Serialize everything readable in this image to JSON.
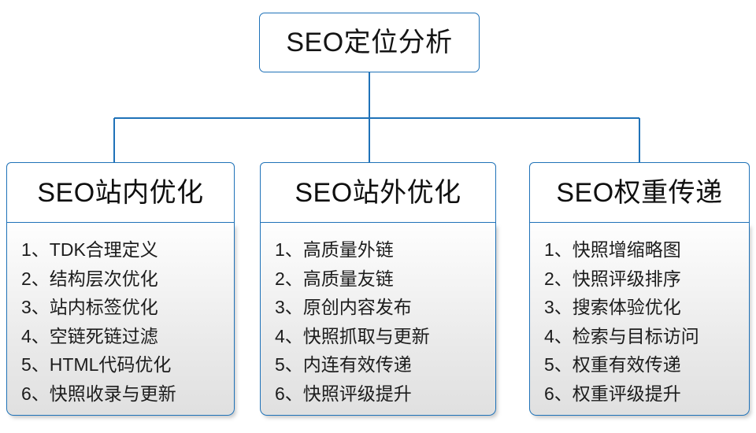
{
  "diagram": {
    "type": "organizational-tree",
    "root": {
      "title": "SEO定位分析"
    },
    "accent_color": "#1f72b8",
    "columns": [
      {
        "header": "SEO站内优化",
        "items": [
          {
            "index": "1、",
            "label": "TDK合理定义"
          },
          {
            "index": "2、",
            "label": "结构层次优化"
          },
          {
            "index": "3、",
            "label": "站内标签优化"
          },
          {
            "index": "4、",
            "label": "空链死链过滤"
          },
          {
            "index": "5、",
            "label": "HTML代码优化"
          },
          {
            "index": "6、",
            "label": "快照收录与更新"
          }
        ]
      },
      {
        "header": "SEO站外优化",
        "items": [
          {
            "index": "1、",
            "label": "高质量外链"
          },
          {
            "index": "2、",
            "label": "高质量友链"
          },
          {
            "index": "3、",
            "label": "原创内容发布"
          },
          {
            "index": "4、",
            "label": "快照抓取与更新"
          },
          {
            "index": "5、",
            "label": "内连有效传递"
          },
          {
            "index": "6、",
            "label": "快照评级提升"
          }
        ]
      },
      {
        "header": "SEO权重传递",
        "items": [
          {
            "index": "1、",
            "label": "快照增缩略图"
          },
          {
            "index": "2、",
            "label": "快照评级排序"
          },
          {
            "index": "3、",
            "label": "搜索体验优化"
          },
          {
            "index": "4、",
            "label": "检索与目标访问"
          },
          {
            "index": "5、",
            "label": "权重有效传递"
          },
          {
            "index": "6、",
            "label": "权重评级提升"
          }
        ]
      }
    ]
  }
}
